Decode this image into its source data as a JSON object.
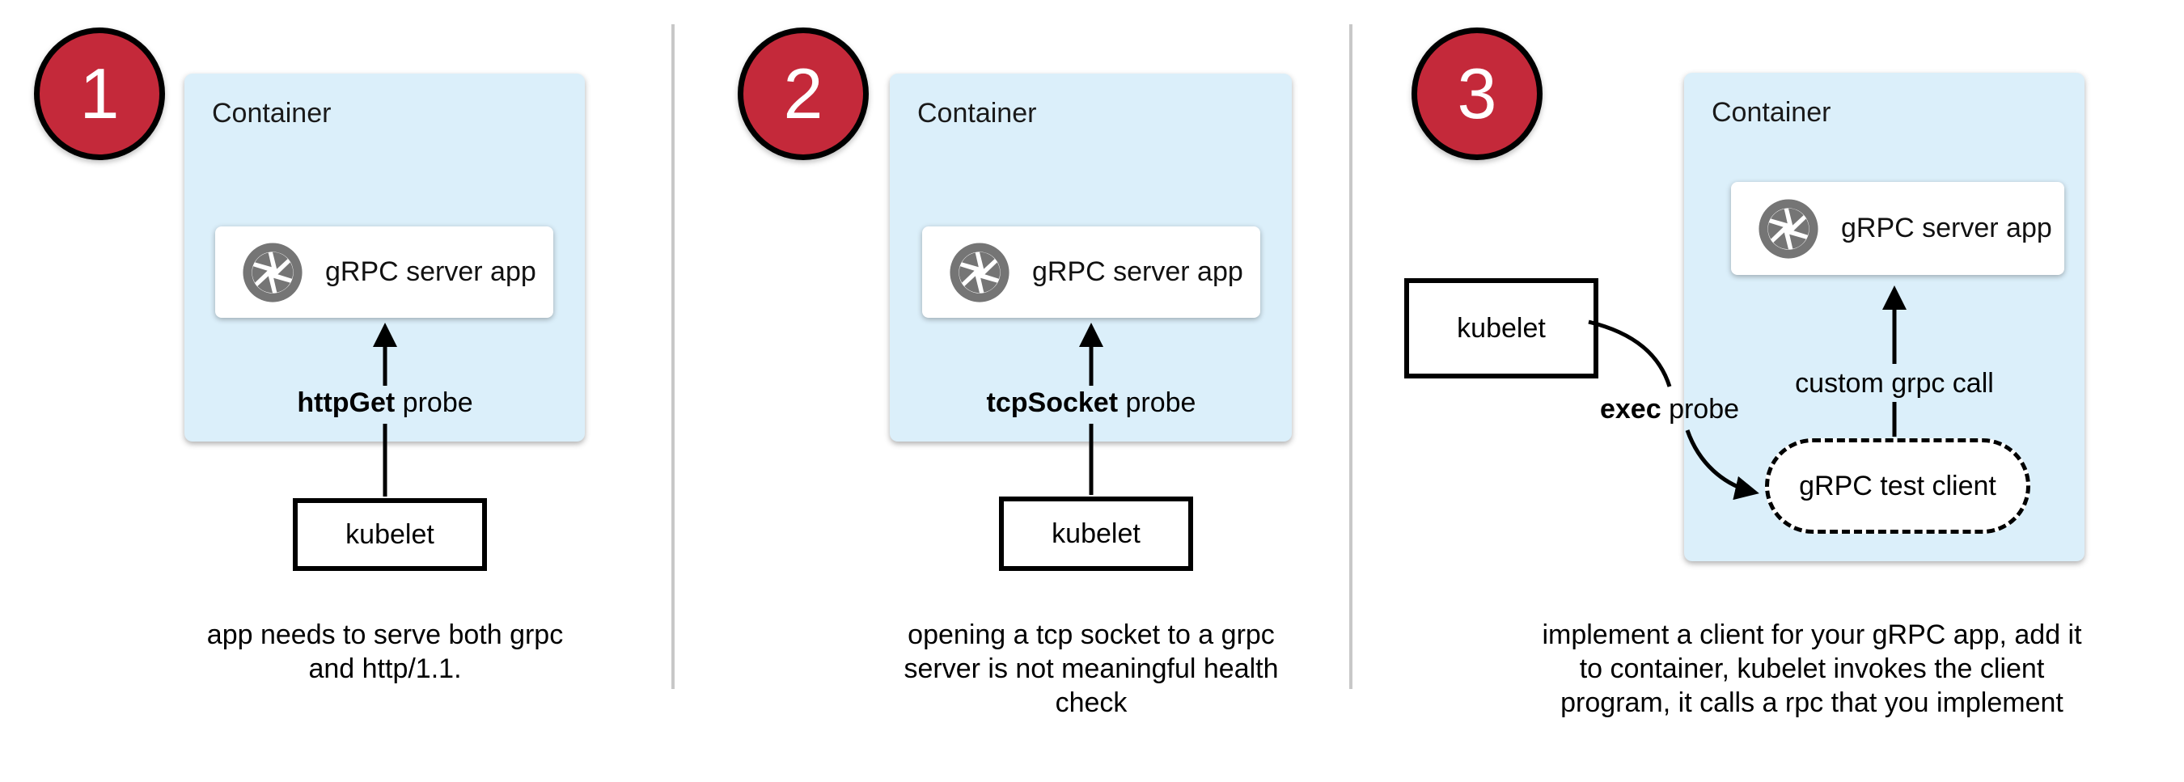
{
  "colors": {
    "badge_red": "#C4293A",
    "badge_border": "#000000",
    "container_blue": "#DBEFFA",
    "icon_gray": "#757575",
    "divider_gray": "#C8C8C8",
    "arrow_black": "#000000",
    "text_black": "#1A1A1A"
  },
  "icons": {
    "app_icon": "camera-aperture"
  },
  "panels": [
    {
      "number": "1",
      "container_label": "Container",
      "app_label": "gRPC server app",
      "probe_bold": "httpGet",
      "probe_rest": " probe",
      "kubelet_label": "kubelet",
      "caption_lines": [
        "app needs to serve both grpc",
        "and http/1.1."
      ]
    },
    {
      "number": "2",
      "container_label": "Container",
      "app_label": "gRPC server app",
      "probe_bold": "tcpSocket",
      "probe_rest": " probe",
      "kubelet_label": "kubelet",
      "caption_lines": [
        "opening a tcp socket to a grpc",
        "server is not meaningful health",
        "check"
      ]
    },
    {
      "number": "3",
      "container_label": "Container",
      "app_label": "gRPC server app",
      "probe_bold": "exec",
      "probe_rest": " probe",
      "kubelet_label": "kubelet",
      "call_label": "custom grpc call",
      "client_label": "gRPC test client",
      "caption_lines": [
        "implement a client for your gRPC app, add it",
        "to container, kubelet invokes the client",
        "program, it calls a rpc that you implement"
      ]
    }
  ]
}
